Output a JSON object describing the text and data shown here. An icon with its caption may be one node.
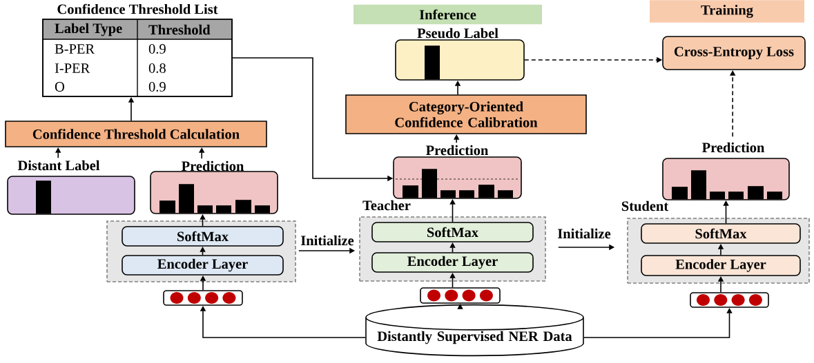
{
  "diagram": {
    "nodes": [
      {
        "text": [
          "Confidence Threshold List"
        ]
      },
      {
        "text": [
          "Confidence Threshold Calculation"
        ]
      },
      {
        "text": [
          "Distant Label"
        ]
      },
      {
        "text": [
          "Prediction"
        ]
      },
      {
        "text": [],
        "shape": "box"
      },
      {
        "text": [
          "SoftMax"
        ],
        "in": 4
      },
      {
        "text": [
          "Encoder Layer"
        ],
        "in": 4
      },
      {
        "text": [],
        "shape": "box"
      },
      {
        "text": [
          "Inference"
        ]
      },
      {
        "text": [
          "Pseudo Label"
        ]
      },
      {
        "text": [
          "Category-Oriented Confidence Calibration"
        ]
      },
      {
        "text": [
          "Prediction"
        ]
      },
      {
        "text": [],
        "shape": "box",
        "beside": [
          "Teacher"
        ]
      },
      {
        "text": [
          "SoftMax"
        ],
        "in": 12
      },
      {
        "text": [
          "Encoder Layer"
        ],
        "in": 12
      },
      {
        "text": [],
        "shape": "box"
      },
      {
        "text": [
          "Training"
        ]
      },
      {
        "text": [
          "Cross-Entropy Loss"
        ]
      },
      {
        "text": [
          "Prediction"
        ]
      },
      {
        "text": [],
        "shape": "box",
        "beside": [
          "Student"
        ]
      },
      {
        "text": [
          "SoftMax"
        ],
        "in": 19
      },
      {
        "text": [
          "Encoder Layer"
        ],
        "in": 19
      },
      {
        "text": [],
        "shape": "box"
      },
      {
        "text": [
          "Distantly Supervised NER Data"
        ]
      }
    ],
    "edges": [
      {
        "from": 1,
        "to": 0,
        "arrow": "to"
      },
      {
        "from": 2,
        "to": 1,
        "arrow": "to"
      },
      {
        "from": 3,
        "to": 1,
        "arrow": "to"
      },
      {
        "from": 5,
        "to": 3,
        "arrow": "to"
      },
      {
        "from": 6,
        "to": 5,
        "arrow": "to"
      },
      {
        "from": 7,
        "to": 6,
        "arrow": "to"
      },
      {
        "from": 23,
        "to": 7,
        "arrow": "to"
      },
      {
        "from": 0,
        "to": 11,
        "arrow": "to"
      },
      {
        "from": 4,
        "to": 12,
        "arrow": "to",
        "label": "Initialize"
      },
      {
        "from": 11,
        "to": 10,
        "arrow": "to"
      },
      {
        "from": 10,
        "to": 9,
        "arrow": "to"
      },
      {
        "from": 9,
        "to": 17,
        "arrow": "to",
        "style": "dashed"
      },
      {
        "from": 13,
        "to": 11,
        "arrow": "to"
      },
      {
        "from": 14,
        "to": 13,
        "arrow": "to"
      },
      {
        "from": 15,
        "to": 14,
        "arrow": "to"
      },
      {
        "from": 23,
        "to": 15,
        "arrow": "to"
      },
      {
        "from": 12,
        "to": 19,
        "arrow": "to",
        "label": "Initialize"
      },
      {
        "from": 18,
        "to": 17,
        "arrow": "to",
        "style": "dashed"
      },
      {
        "from": 20,
        "to": 18,
        "arrow": "to"
      },
      {
        "from": 21,
        "to": 20,
        "arrow": "to"
      },
      {
        "from": 22,
        "to": 21,
        "arrow": "to"
      },
      {
        "from": 23,
        "to": 22,
        "arrow": "to"
      }
    ],
    "labels": [
      "Label Type",
      "Threshold",
      "B-PER",
      "0.9",
      "I-PER",
      "0.8",
      "O",
      "0.9"
    ]
  }
}
